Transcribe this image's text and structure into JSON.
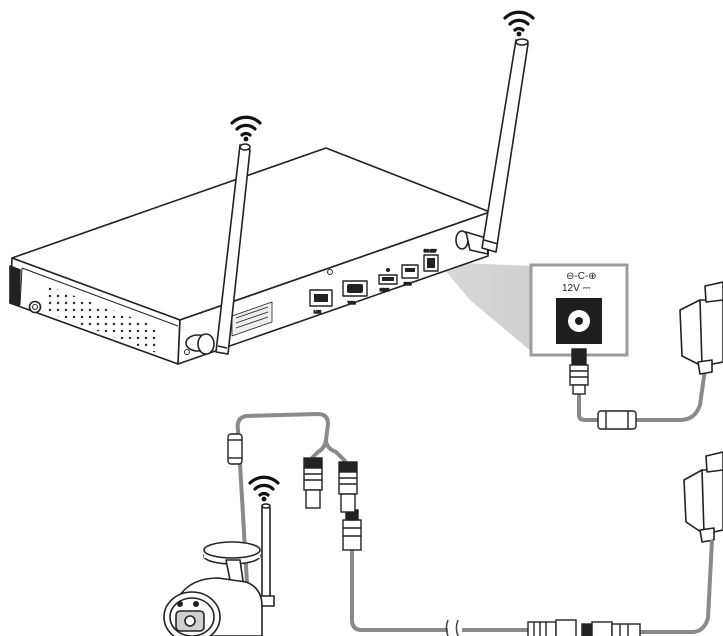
{
  "power_jack": {
    "polarity_label": "⊖-C-⊕",
    "voltage_label": "12V ⎓"
  },
  "nvr_ports": {
    "lan": "LAN",
    "vga": "VGA",
    "hdmi": "HDMI",
    "usb": "USB",
    "dc": "DC 12V"
  },
  "colors": {
    "outline": "#222222",
    "cable": "#8a8a8a",
    "callout_border": "#9c9c9c",
    "callout_fill": "#f1f1f1"
  },
  "icons": [
    "wifi-icon",
    "wifi-icon",
    "wifi-icon"
  ]
}
